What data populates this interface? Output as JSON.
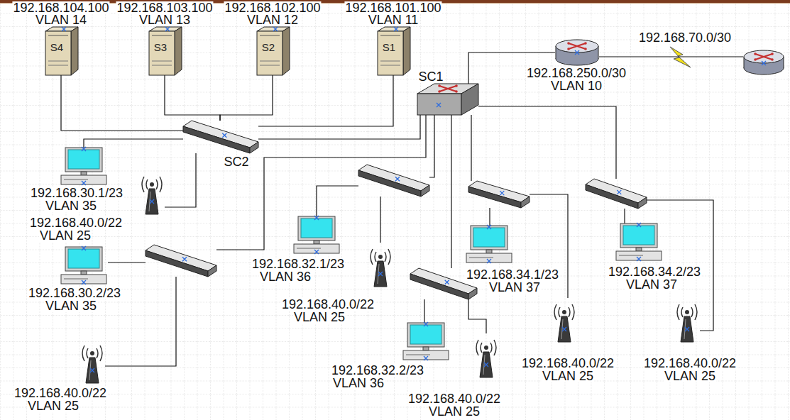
{
  "diagram": {
    "nodes": [
      {
        "text": [
          "192.168.104.100",
          "VLAN 14",
          "S4"
        ]
      },
      {
        "text": [
          "192.168.103.100",
          "VLAN 13",
          "S3"
        ]
      },
      {
        "text": [
          "192.168.102.100",
          "VLAN 12",
          "S2"
        ]
      },
      {
        "text": [
          "192.168.101.100",
          "VLAN 11",
          "S1"
        ]
      },
      {
        "text": [
          "192.168.250.0/30",
          "VLAN 10"
        ]
      },
      {
        "text": []
      },
      {
        "text": [
          "SC1"
        ]
      },
      {
        "text": [
          "SC2"
        ]
      },
      {
        "text": [
          "192.168.30.1/23",
          "VLAN 35"
        ]
      },
      {
        "text": [
          "192.168.40.0/22",
          "VLAN 25"
        ]
      },
      {
        "text": []
      },
      {
        "text": [
          "192.168.30.2/23",
          "VLAN 35"
        ]
      },
      {
        "text": [
          "192.168.40.0/22",
          "VLAN 25"
        ]
      },
      {
        "text": []
      },
      {
        "text": [
          "192.168.32.1/23",
          "VLAN 36"
        ]
      },
      {
        "text": [
          "192.168.40.0/22",
          "VLAN 25"
        ]
      },
      {
        "text": []
      },
      {
        "text": [
          "192.168.34.1/23",
          "VLAN 37"
        ]
      },
      {
        "text": []
      },
      {
        "text": [
          "192.168.34.2/23",
          "VLAN 37"
        ]
      },
      {
        "text": []
      },
      {
        "text": [
          "192.168.32.2/23",
          "VLAN 36"
        ]
      },
      {
        "text": [
          "192.168.40.0/22",
          "VLAN 25"
        ]
      },
      {
        "text": [
          "192.168.40.0/22",
          "VLAN 25"
        ]
      },
      {
        "text": [
          "192.168.40.0/22",
          "VLAN 25"
        ]
      }
    ],
    "edges": [
      {
        "from": 0,
        "to": 7,
        "arrow": "none"
      },
      {
        "from": 1,
        "to": 7,
        "arrow": "none"
      },
      {
        "from": 2,
        "to": 7,
        "arrow": "none"
      },
      {
        "from": 3,
        "to": 7,
        "arrow": "none"
      },
      {
        "from": 7,
        "to": 6,
        "arrow": "none"
      },
      {
        "from": 6,
        "to": 4,
        "arrow": "none"
      },
      {
        "from": 4,
        "to": 5,
        "label": "192.168.70.0/30",
        "arrow": "none"
      },
      {
        "from": 7,
        "to": 8,
        "arrow": "none"
      },
      {
        "from": 7,
        "to": 9,
        "arrow": "none"
      },
      {
        "from": 6,
        "to": 10,
        "arrow": "none"
      },
      {
        "from": 10,
        "to": 11,
        "arrow": "none"
      },
      {
        "from": 10,
        "to": 12,
        "arrow": "none"
      },
      {
        "from": 6,
        "to": 13,
        "arrow": "none"
      },
      {
        "from": 13,
        "to": 14,
        "arrow": "none"
      },
      {
        "from": 13,
        "to": 15,
        "arrow": "none"
      },
      {
        "from": 6,
        "to": 16,
        "arrow": "none"
      },
      {
        "from": 16,
        "to": 17,
        "arrow": "none"
      },
      {
        "from": 16,
        "to": 23,
        "arrow": "none"
      },
      {
        "from": 6,
        "to": 18,
        "arrow": "none"
      },
      {
        "from": 18,
        "to": 19,
        "arrow": "none"
      },
      {
        "from": 18,
        "to": 24,
        "arrow": "none"
      },
      {
        "from": 6,
        "to": 20,
        "arrow": "none"
      },
      {
        "from": 20,
        "to": 21,
        "arrow": "none"
      },
      {
        "from": 20,
        "to": 22,
        "arrow": "none"
      }
    ]
  }
}
